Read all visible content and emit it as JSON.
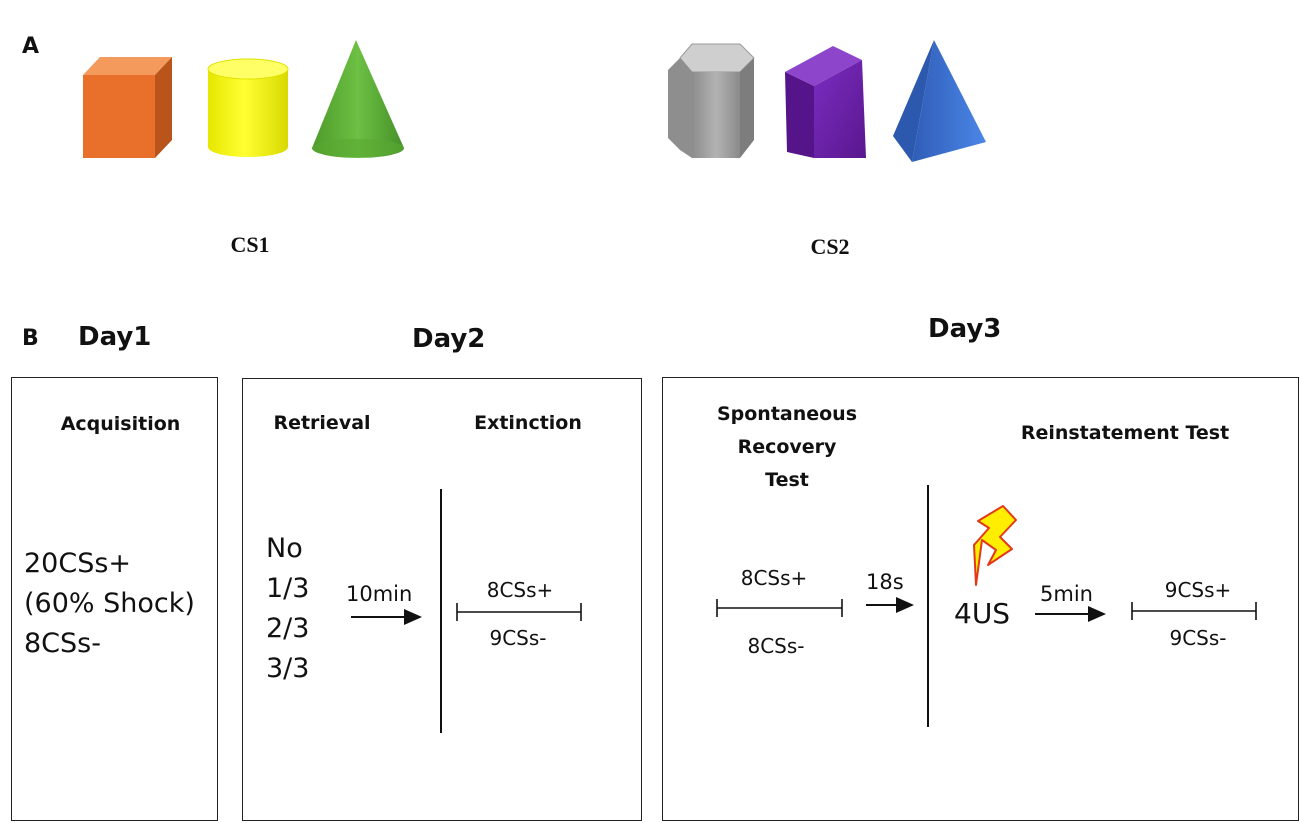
{
  "panel_a": {
    "letter": "A",
    "cs1_label": "CS1",
    "cs2_label": "CS2",
    "cs1_shapes": [
      {
        "shape": "cube",
        "color": "#e8702a"
      },
      {
        "shape": "cylinder",
        "color": "#ffff00"
      },
      {
        "shape": "cone",
        "color": "#5aa832"
      }
    ],
    "cs2_shapes": [
      {
        "shape": "hexagonal-prism",
        "color": "#a6a6a6"
      },
      {
        "shape": "pentagonal-prism",
        "color": "#6a1fa8"
      },
      {
        "shape": "pyramid",
        "color": "#3d74d6"
      }
    ]
  },
  "panel_b": {
    "letter": "B",
    "day1": {
      "title": "Day1",
      "heading": "Acquisition",
      "lines": [
        "20CSs+",
        "(60% Shock)",
        "8CSs-"
      ]
    },
    "day2": {
      "title": "Day2",
      "retrieval_heading": "Retrieval",
      "extinction_heading": "Extinction",
      "retrieval_options": [
        "No",
        "1/3",
        "2/3",
        "3/3"
      ],
      "interval": "10min",
      "extinction_plus": "8CSs+",
      "extinction_minus": "9CSs-"
    },
    "day3": {
      "title": "Day3",
      "spontaneous_heading": [
        "Spontaneous",
        "Recovery",
        "Test"
      ],
      "reinstatement_heading": "Reinstatement Test",
      "sr_plus": "8CSs+",
      "sr_minus": "8CSs-",
      "interval1": "18s",
      "us_label": "4US",
      "interval2": "5min",
      "ri_plus": "9CSs+",
      "ri_minus": "9CSs-",
      "shock_icon": "lightning-bolt-icon",
      "shock_color": "#ffee00"
    }
  }
}
